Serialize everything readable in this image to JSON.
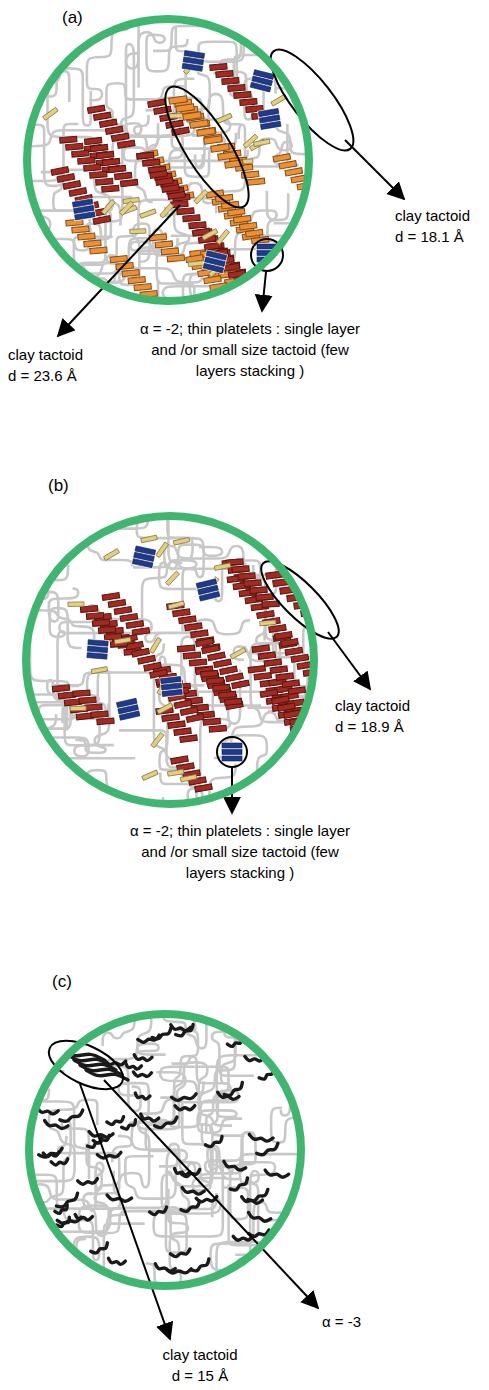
{
  "diagram": {
    "nodes": [
      {
        "text": [
          "(a)"
        ]
      },
      {
        "text": [
          "(b)"
        ]
      },
      {
        "text": [
          "(c)"
        ]
      }
    ],
    "labels": [
      "clay tactoid d = 18.1 Å",
      "clay tactoid d = 23.6 Å",
      "α = -2; thin platelets : single layer and /or small size tactoid (few layers stacking )",
      "clay tactoid d = 18.9 Å",
      "α = -2; thin platelets : single layer and /or small size tactoid (few layers stacking )",
      "α = -3",
      "clay tactoid d = 15 Å"
    ]
  }
}
